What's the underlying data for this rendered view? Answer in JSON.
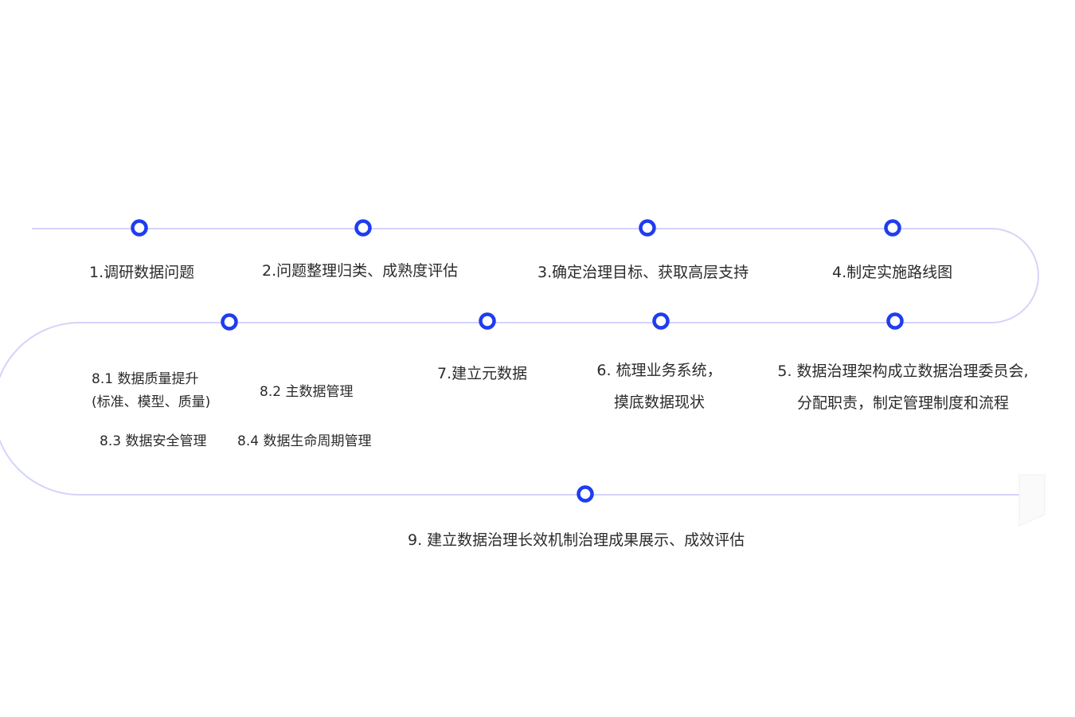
{
  "colors": {
    "path": "#d4d4fb",
    "node": "#1f3cf0",
    "node_fill": "#ffffff",
    "text": "#2b2b2b"
  },
  "steps": {
    "s1": "1.调研数据问题",
    "s2": "2.问题整理归类、成熟度评估",
    "s3": "3.确定治理目标、获取高层支持",
    "s4": "4.制定实施路线图",
    "s5_line1": "5. 数据治理架构成立数据治理委员会,",
    "s5_line2": "分配职责，制定管理制度和流程",
    "s6_line1": "6. 梳理业务系统，",
    "s6_line2": "摸底数据现状",
    "s7": "7.建立元数据",
    "s8_1_line1": "8.1 数据质量提升",
    "s8_1_line2": "(标准、模型、质量)",
    "s8_2": "8.2 主数据管理",
    "s8_3": "8.3 数据安全管理",
    "s8_4": "8.4 数据生命周期管理",
    "s9": "9. 建立数据治理长效机制治理成果展示、成效评估"
  }
}
